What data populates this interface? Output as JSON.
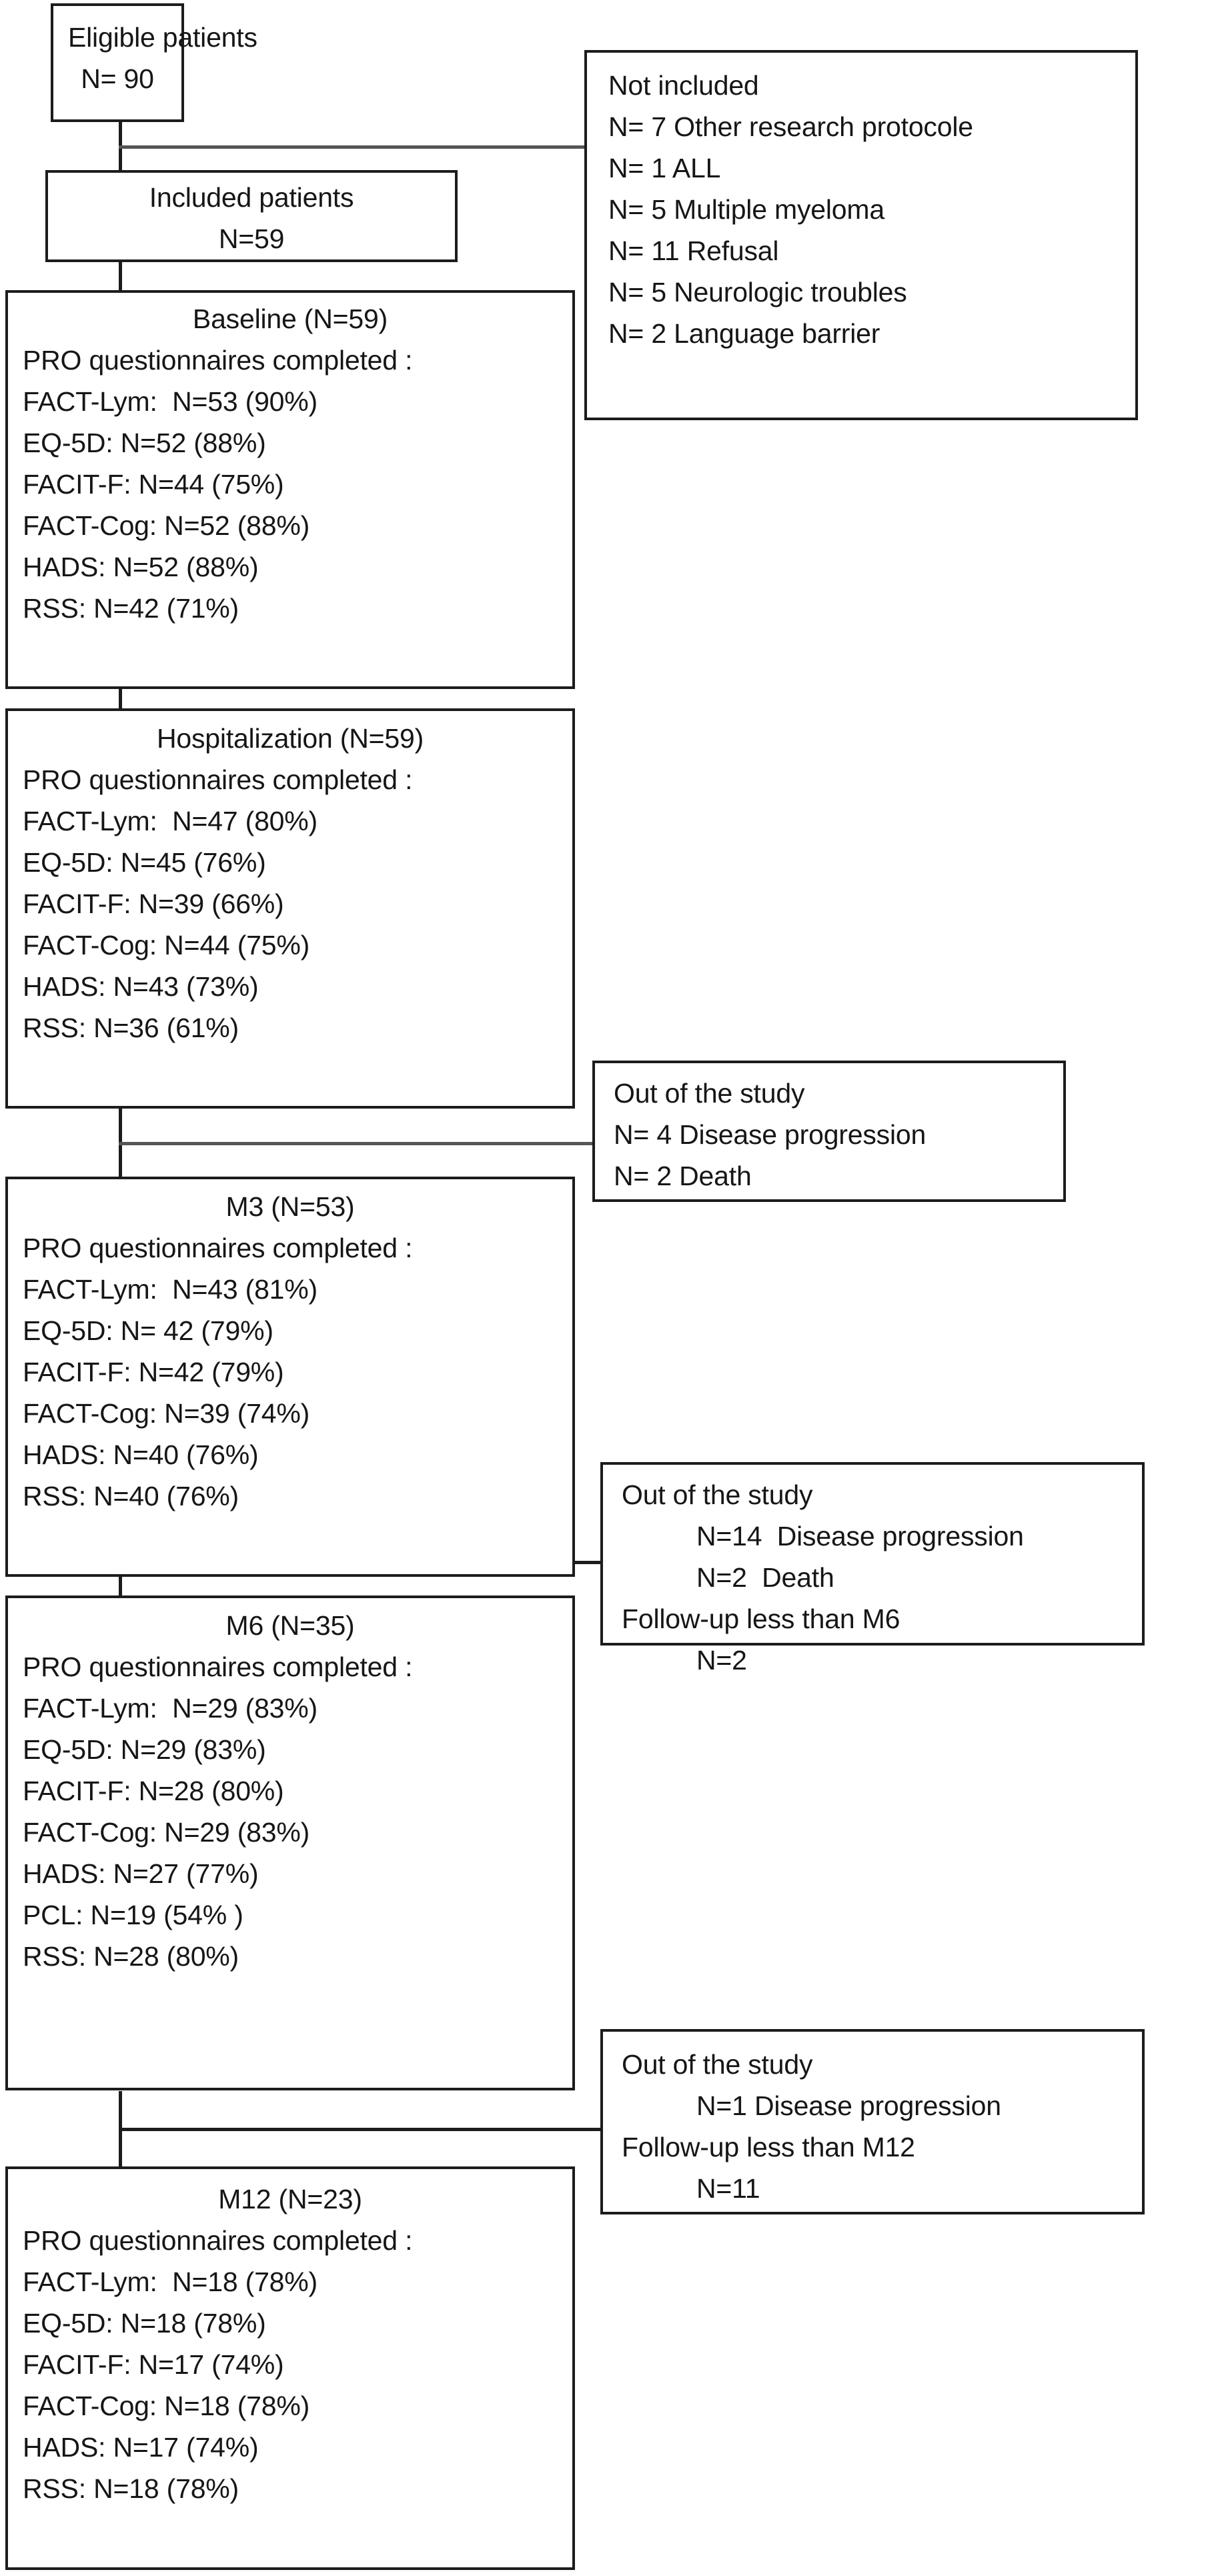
{
  "diagram": {
    "title": "Patient flow and PRO questionnaire completion",
    "accent_color": "#1c1c1c",
    "connector_color": "#555555",
    "background": "#ffffff"
  },
  "eligible": {
    "line1": "Eligible patients",
    "line2": "N= 90"
  },
  "included": {
    "line1": "Included patients",
    "line2": "N=59"
  },
  "not_included": {
    "heading": "Not included",
    "reasons": [
      "N= 7 Other research protocole",
      "N= 1 ALL",
      "N= 5 Multiple myeloma",
      "N= 11 Refusal",
      "N= 5 Neurologic troubles",
      "N= 2 Language barrier"
    ]
  },
  "baseline": {
    "title": "Baseline (N=59)",
    "subtitle": "PRO questionnaires completed :",
    "items": [
      "FACT-Lym:  N=53 (90%)",
      "EQ-5D: N=52 (88%)",
      "FACIT-F: N=44 (75%)",
      "FACT-Cog: N=52 (88%)",
      "HADS: N=52 (88%)",
      "RSS: N=42 (71%)"
    ]
  },
  "hospitalization": {
    "title": "Hospitalization (N=59)",
    "subtitle": "PRO questionnaires completed :",
    "items": [
      "FACT-Lym:  N=47 (80%)",
      "EQ-5D: N=45 (76%)",
      "FACIT-F: N=39 (66%)",
      "FACT-Cog: N=44 (75%)",
      "HADS: N=43 (73%)",
      "RSS: N=36 (61%)"
    ]
  },
  "out1": {
    "heading": "Out of the study",
    "reasons": [
      "N= 4 Disease progression",
      "N= 2 Death"
    ]
  },
  "m3": {
    "title": "M3 (N=53)",
    "subtitle": "PRO questionnaires completed :",
    "items": [
      "FACT-Lym:  N=43 (81%)",
      "EQ-5D: N= 42 (79%)",
      "FACIT-F: N=42 (79%)",
      "FACT-Cog: N=39 (74%)",
      "HADS: N=40 (76%)",
      "RSS: N=40 (76%)"
    ]
  },
  "out2": {
    "heading": "Out of the study",
    "reasons_indented": [
      "N=14  Disease progression",
      "N=2  Death"
    ],
    "followup_heading": "Follow-up less than M6",
    "followup_value": "N=2"
  },
  "m6": {
    "title": "M6 (N=35)",
    "subtitle": "PRO questionnaires completed :",
    "items": [
      "FACT-Lym:  N=29 (83%)",
      "EQ-5D: N=29 (83%)",
      "FACIT-F: N=28 (80%)",
      "FACT-Cog: N=29 (83%)",
      "HADS: N=27 (77%)",
      "PCL: N=19 (54% )",
      "RSS: N=28 (80%)"
    ]
  },
  "out3": {
    "heading": "Out of the study",
    "reasons_indented": [
      "N=1 Disease progression"
    ],
    "followup_heading": "Follow-up less than M12",
    "followup_value": "N=11"
  },
  "m12": {
    "title": "M12 (N=23)",
    "subtitle": "PRO questionnaires completed :",
    "items": [
      "FACT-Lym:  N=18 (78%)",
      "EQ-5D: N=18 (78%)",
      "FACIT-F: N=17 (74%)",
      "FACT-Cog: N=18 (78%)",
      "HADS: N=17 (74%)",
      "RSS: N=18 (78%)"
    ]
  }
}
